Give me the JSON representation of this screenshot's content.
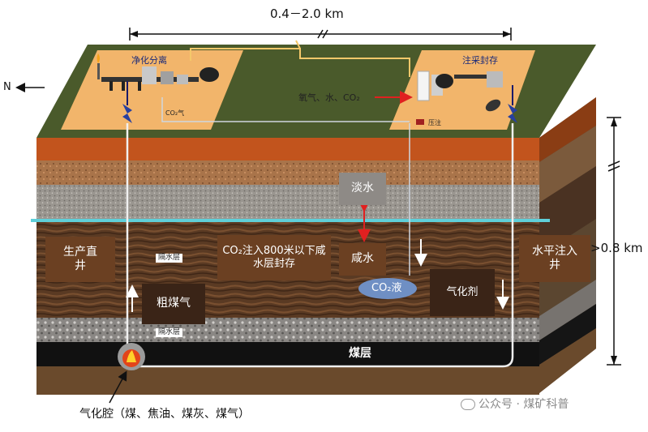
{
  "title": {
    "distance": "0.4－2.0 km",
    "depth": ">0.8 km",
    "north": "N"
  },
  "surface": {
    "left_plant": "净化分离",
    "right_plant": "注采封存",
    "co2_gas": "CO₂气",
    "input": "氧气、水、CO₂",
    "pressure": "压注"
  },
  "underground": {
    "freshwater": "淡水",
    "saltwater": "咸水",
    "co2_injection": "CO₂注入800米以下咸水层封存",
    "production_well": "生产直井",
    "injection_well": "水平注入井",
    "aquitard_upper": "隔水层",
    "aquitard_lower": "隔水层",
    "raw_gas": "粗煤气",
    "co2_liquid": "CO₂液",
    "gasifier": "气化剂",
    "coal_seam": "煤层",
    "cavity": "气化腔（煤、焦油、煤灰、煤气）"
  },
  "watermark": "公众号 · 煤矿科普",
  "colors": {
    "grass": "#4a5a2b",
    "sand": "#f2b56b",
    "orange_layer": "#c2541d",
    "brown_box": "#6b4022",
    "coal": "#111111",
    "aquifer_line": "#5fcfd9",
    "co2_ellipse": "#6f8fc4",
    "red_arrow": "#e02020"
  }
}
